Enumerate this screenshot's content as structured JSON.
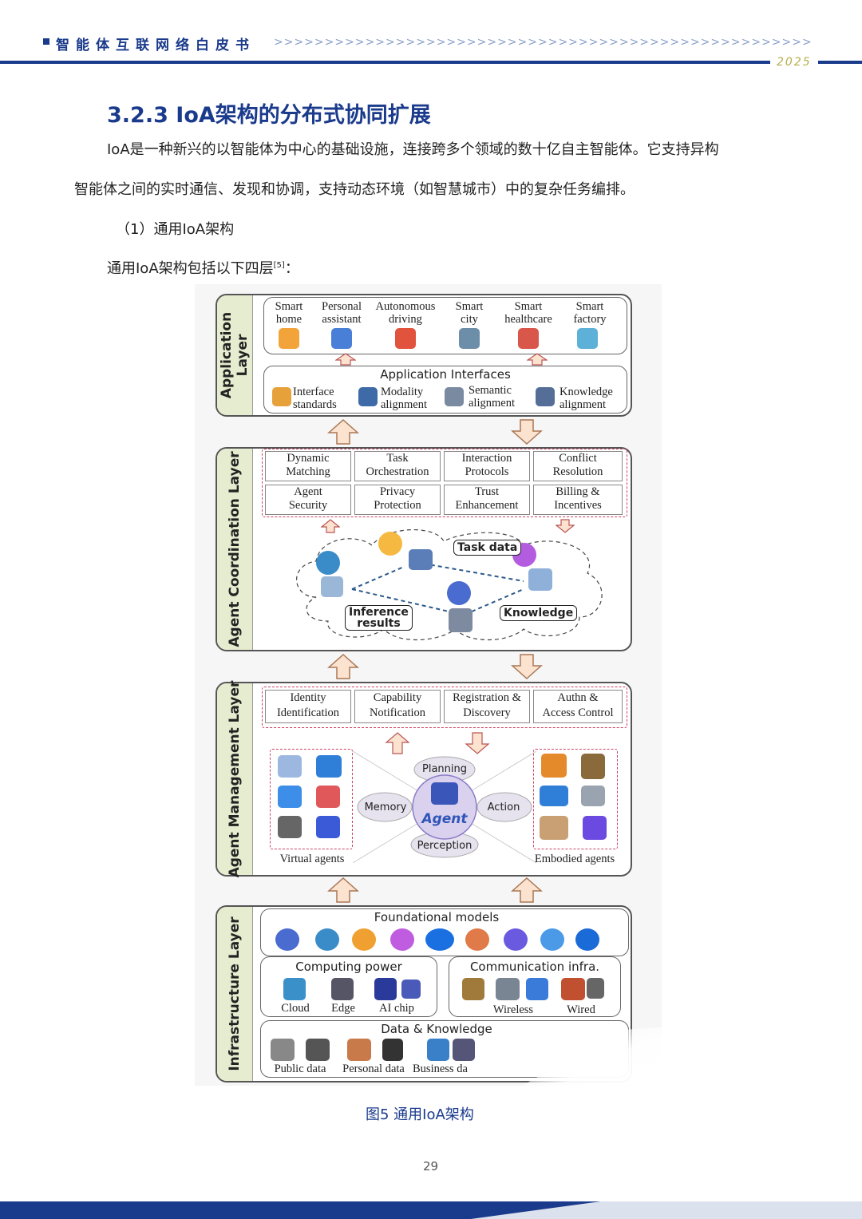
{
  "header": {
    "title": "智能体互联网络白皮书",
    "arrows": ">>>>>>>>>>>>>>>>>>>>>>>>>>>>>>>>>>>>>>>>>>>>>>>>>>>>>",
    "year": "2025"
  },
  "section": {
    "title": "3.2.3 IoA架构的分布式协同扩展",
    "para1": "IoA是一种新兴的以智能体为中心的基础设施，连接跨多个领域的数十亿自主智能体。它支持异构",
    "para2": "智能体之间的实时通信、发现和协调，支持动态环境（如智慧城市）中的复杂任务编排。",
    "subheading": "（1）通用IoA架构",
    "intro": "通用IoA架构包括以下四层",
    "intro_ref": "[5]",
    "intro_end": "："
  },
  "figure": {
    "application_layer": {
      "label_line1": "Application",
      "label_line2": "Layer",
      "apps": [
        {
          "line1": "Smart",
          "line2": "home"
        },
        {
          "line1": "Personal",
          "line2": "assistant"
        },
        {
          "line1": "Autonomous",
          "line2": "driving"
        },
        {
          "line1": "Smart",
          "line2": "city"
        },
        {
          "line1": "Smart",
          "line2": "healthcare"
        },
        {
          "line1": "Smart",
          "line2": "factory"
        }
      ],
      "interfaces_title": "Application Interfaces",
      "interfaces": [
        {
          "line1": "Interface",
          "line2": "standards"
        },
        {
          "line1": "Modality",
          "line2": "alignment"
        },
        {
          "line1": "Semantic",
          "line2": "alignment"
        },
        {
          "line1": "Knowledge",
          "line2": "alignment"
        }
      ]
    },
    "coordination_layer": {
      "label": "Agent Coordination Layer",
      "cells": [
        {
          "line1": "Dynamic",
          "line2": "Matching"
        },
        {
          "line1": "Task",
          "line2": "Orchestration"
        },
        {
          "line1": "Interaction",
          "line2": "Protocols"
        },
        {
          "line1": "Conflict",
          "line2": "Resolution"
        },
        {
          "line1": "Agent",
          "line2": "Security"
        },
        {
          "line1": "Privacy",
          "line2": "Protection"
        },
        {
          "line1": "Trust",
          "line2": "Enhancement"
        },
        {
          "line1": "Billing &",
          "line2": "Incentives"
        }
      ],
      "task_data": "Task data",
      "inference_line1": "Inference",
      "inference_line2": "results",
      "knowledge": "Knowledge"
    },
    "management_layer": {
      "label": "Agent Management Layer",
      "cells": [
        {
          "line1": "Identity",
          "line2": "Identification"
        },
        {
          "line1": "Capability",
          "line2": "Notification"
        },
        {
          "line1": "Registration &",
          "line2": "Discovery"
        },
        {
          "line1": "Authn &",
          "line2": "Access Control"
        }
      ],
      "planning": "Planning",
      "memory": "Memory",
      "action": "Action",
      "perception": "Perception",
      "agent": "Agent",
      "virtual_agents": "Virtual agents",
      "embodied_agents": "Embodied agents"
    },
    "infrastructure_layer": {
      "label": "Infrastructure Layer",
      "foundational_models": "Foundational models",
      "computing_power": "Computing power",
      "cloud": "Cloud",
      "edge": "Edge",
      "ai_chip": "AI chip",
      "communication": "Communication infra.",
      "wireless": "Wireless",
      "wired": "Wired",
      "data_knowledge": "Data & Knowledge",
      "public_data": "Public data",
      "personal_data": "Personal data",
      "business_data": "Business da"
    }
  },
  "caption": "图5 通用IoA架构",
  "page_number": "29",
  "colors": {
    "brand": "#1a3a8c",
    "accent_year": "#b5b04a",
    "layer_side": "#e6eccf",
    "arrow_fill": "#fbe3cf",
    "dashed": "#cc4466"
  }
}
